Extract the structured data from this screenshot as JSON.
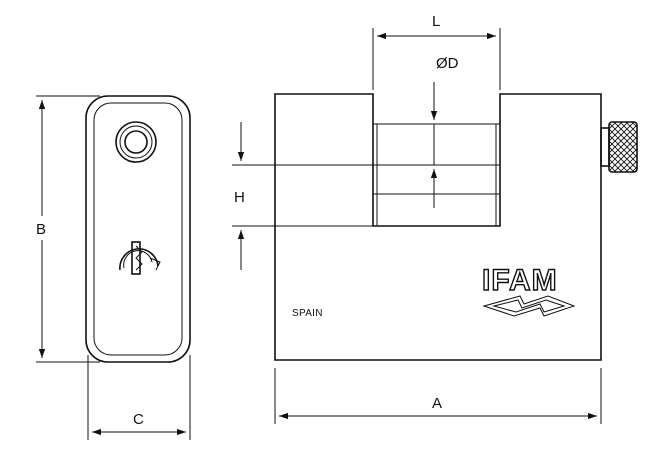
{
  "labels": {
    "dim_a": "A",
    "dim_b": "B",
    "dim_c": "C",
    "dim_h": "H",
    "dim_l": "L",
    "dim_d": "ØD"
  },
  "marks": {
    "country": "SPAIN",
    "brand": "IFAM"
  },
  "colors": {
    "line": "#111111",
    "background": "#ffffff"
  },
  "icons": {
    "brand_logo": "ifam-logo",
    "keyhole": "keyhole-icon",
    "cylinder": "cylinder-icon",
    "knurled_knob": "knurled-knob-icon"
  }
}
